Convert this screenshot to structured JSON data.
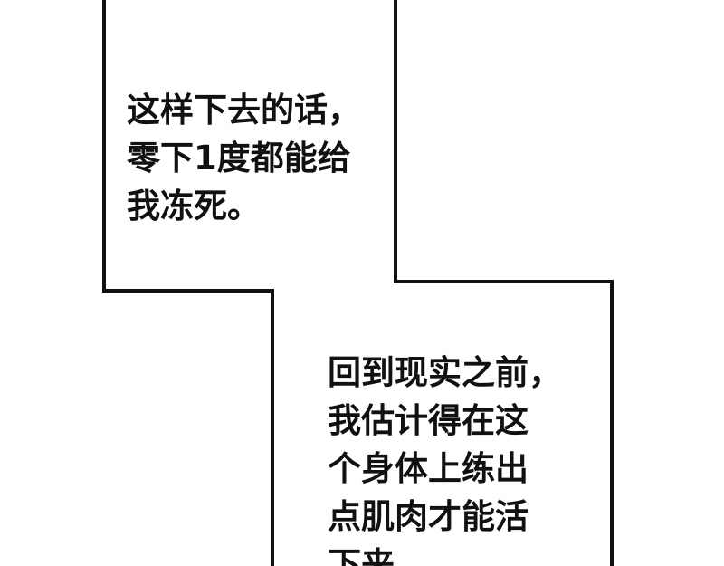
{
  "panel": {
    "border_color": "#111111",
    "background_color": "#ffffff"
  },
  "captions": {
    "top": {
      "lines": [
        "这样下去的话，",
        "零下1度都能给",
        "我冻死。"
      ]
    },
    "bottom": {
      "lines": [
        "回到现实之前，",
        "我估计得在这",
        "个身体上练出",
        "点肌肉才能活",
        "下来。"
      ]
    }
  }
}
